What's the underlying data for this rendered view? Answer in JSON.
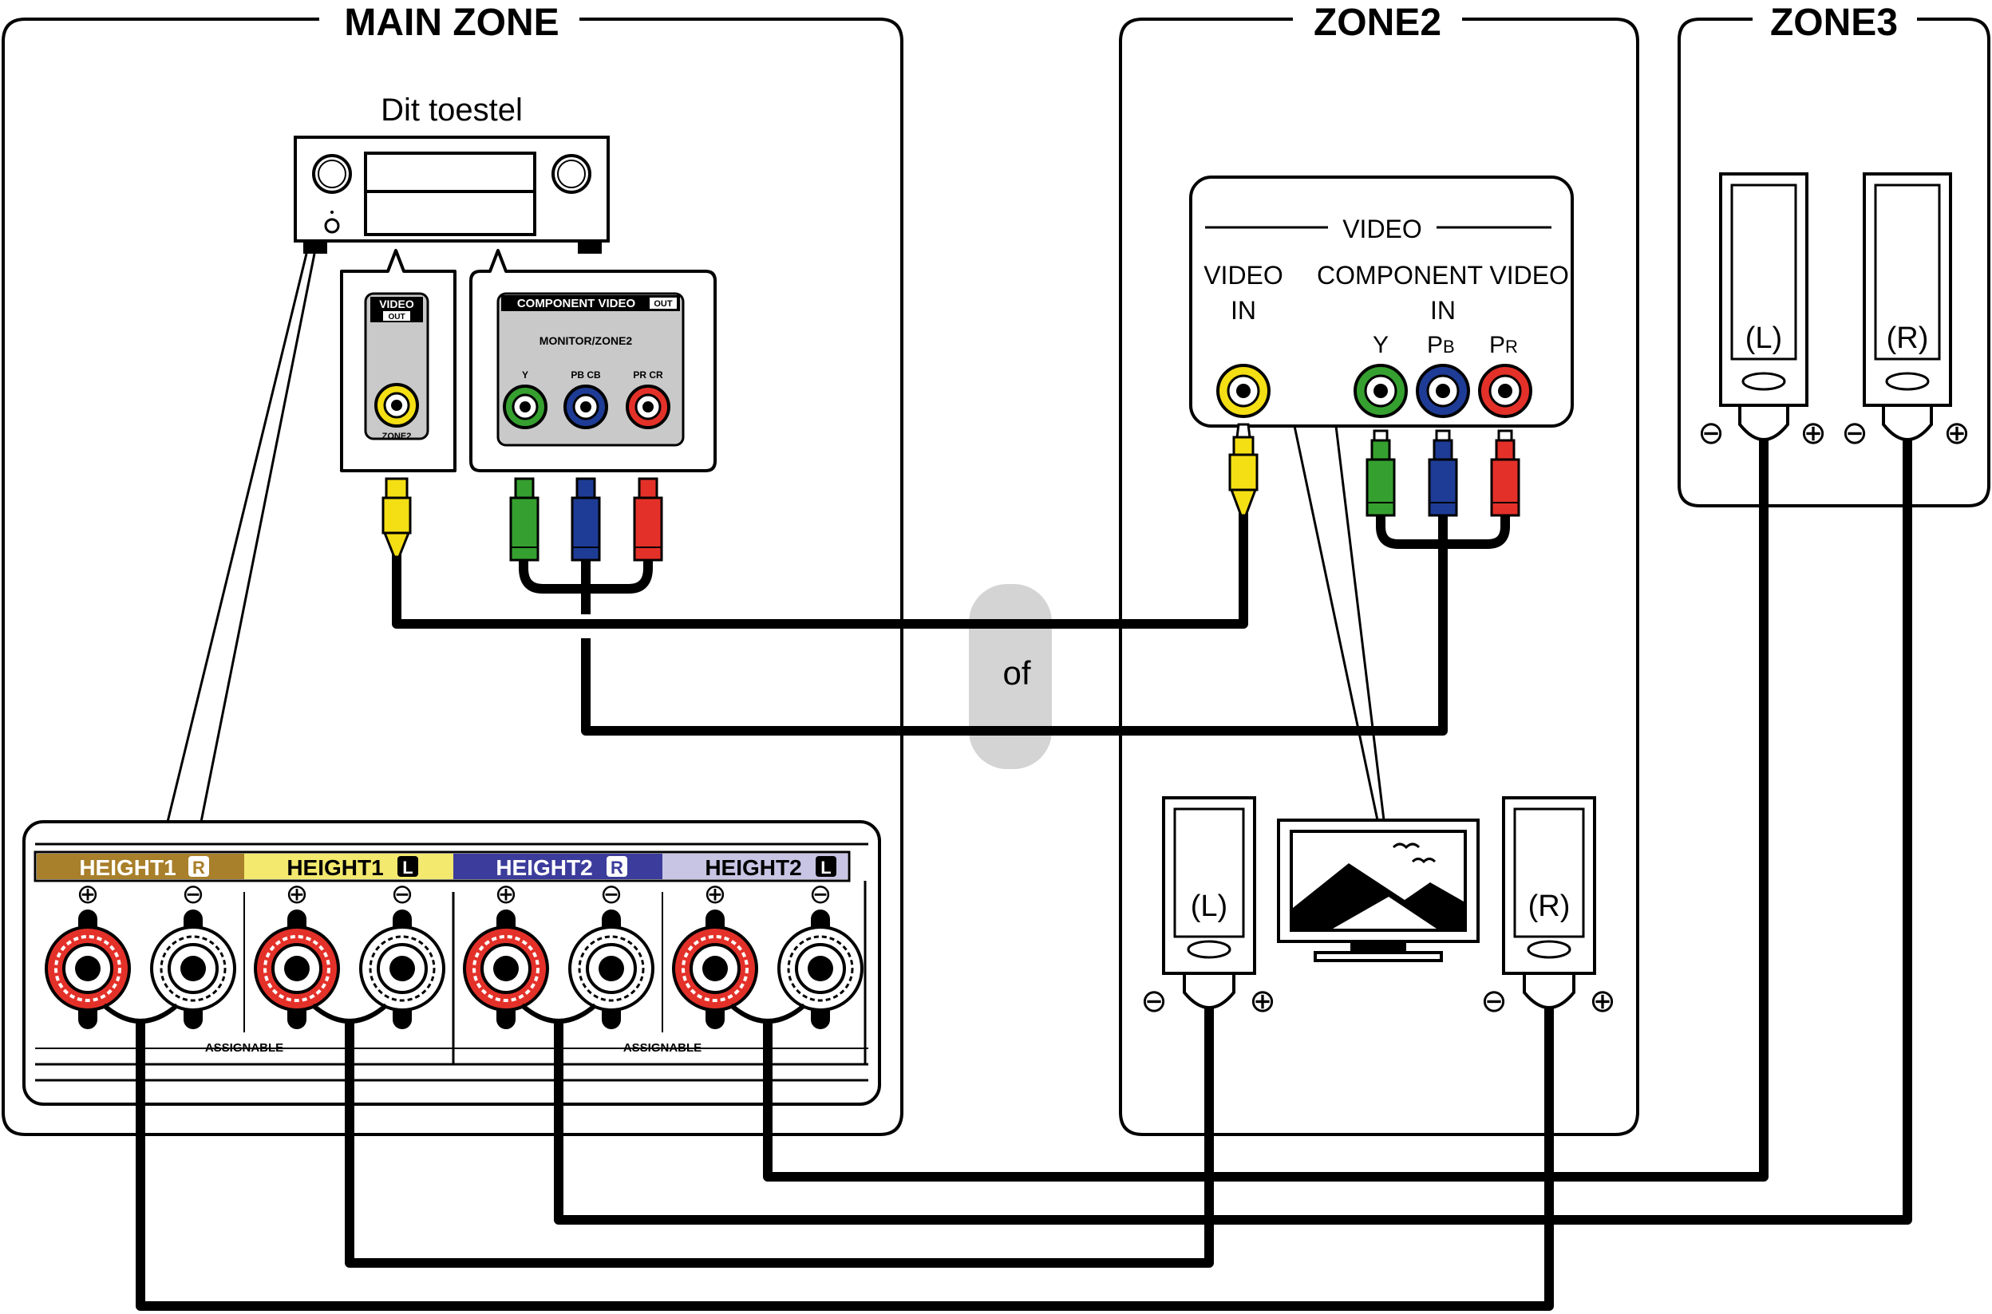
{
  "zones": {
    "main": "MAIN ZONE",
    "zone2": "ZONE2",
    "zone3": "ZONE3"
  },
  "unit_label": "Dit toestel",
  "or_label": "of",
  "receiver_panels": {
    "video_out": {
      "title": "VIDEO",
      "tag": "OUT",
      "jack_label": "ZONE2"
    },
    "component_out": {
      "title": "COMPONENT VIDEO",
      "tag": "OUT",
      "subtitle": "MONITOR/ZONE2",
      "jacks": [
        "Y",
        "PB CB",
        "PR CR"
      ]
    }
  },
  "zone2_tv_inputs": {
    "header": "VIDEO",
    "video_in": [
      "VIDEO",
      "IN"
    ],
    "component_in": [
      "COMPONENT VIDEO",
      "IN"
    ],
    "jack_y": "Y",
    "jack_pb": {
      "main": "P",
      "sub": "B"
    },
    "jack_pr": {
      "main": "P",
      "sub": "R"
    }
  },
  "speaker_terminals": {
    "channels": [
      {
        "label": "HEIGHT1",
        "side": "R",
        "color": "#A87F2A",
        "text_color": "#ffffff"
      },
      {
        "label": "HEIGHT1",
        "side": "L",
        "color": "#F3E96E",
        "text_color": "#000000"
      },
      {
        "label": "HEIGHT2",
        "side": "R",
        "color": "#3C3C9C",
        "text_color": "#ffffff"
      },
      {
        "label": "HEIGHT2",
        "side": "L",
        "color": "#C8C4E4",
        "text_color": "#000000"
      }
    ],
    "assignable": "ASSIGNABLE",
    "plus": "⊕",
    "minus": "⊖"
  },
  "speakers": {
    "zone2_left": "(L)",
    "zone2_right": "(R)",
    "zone3_left": "(L)",
    "zone3_right": "(R)"
  },
  "colors": {
    "yellow": "#F4DE14",
    "green": "#35A02F",
    "blue": "#1E3C96",
    "red": "#E33129",
    "panel_gray": "#C9C9C9",
    "or_badge": "#D4D4D4"
  }
}
